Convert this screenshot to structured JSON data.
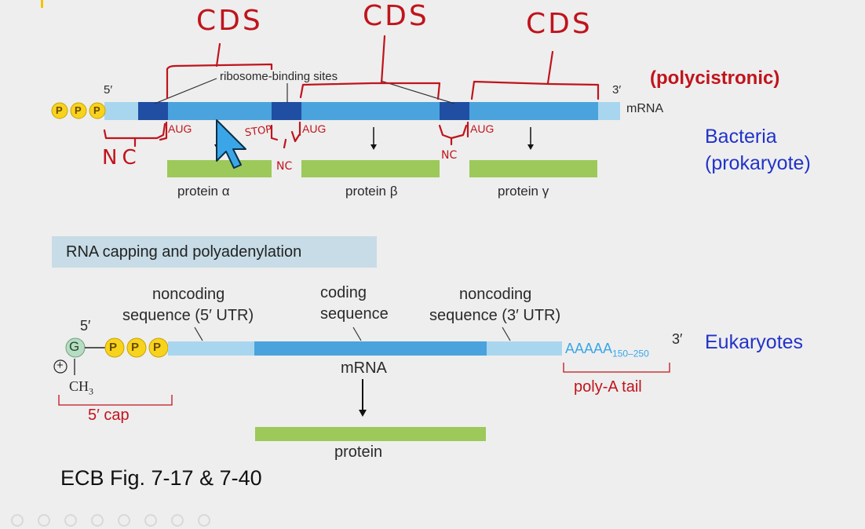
{
  "colors": {
    "ppp_yellow": "#f7d31d",
    "mrna_light": "#a9d6ef",
    "mrna_mid": "#4aa3dc",
    "rbs_dark": "#1f4ea3",
    "protein_green": "#9cc95a",
    "annotation_red": "#c0141c",
    "side_blue": "#2233c8",
    "cursor_blue": "#3aa6e8"
  },
  "bacteria": {
    "five_prime": "5′",
    "three_prime": "3′",
    "ppp": [
      "P",
      "P",
      "P"
    ],
    "ribosome_binding_label": "ribosome-binding sites",
    "mrna_label": "mRNA",
    "aug_labels": [
      "AUG",
      "AUG",
      "AUG"
    ],
    "proteins": [
      "protein α",
      "protein β",
      "protein γ"
    ],
    "side_label_1": "Bacteria",
    "side_label_2": "(prokaryote)",
    "type_label": "(polycistronic)"
  },
  "handwriting": {
    "cds": [
      "CDS",
      "CDS",
      "CDS"
    ],
    "nc_big": "NC",
    "nc_small": [
      "NC",
      "NC"
    ],
    "stop": "STOP"
  },
  "section_title": "RNA capping and polyadenylation",
  "eukaryote": {
    "five_prime": "5′",
    "three_prime": "3′",
    "g_label": "G",
    "plus_label": "+",
    "ch3_label": "CH",
    "ch3_sub": "3",
    "ppp": [
      "P",
      "P",
      "P"
    ],
    "noncoding_5_line1": "noncoding",
    "noncoding_5_line2": "sequence (5′ UTR)",
    "coding_line1": "coding",
    "coding_line2": "sequence",
    "noncoding_3_line1": "noncoding",
    "noncoding_3_line2": "sequence (3′ UTR)",
    "polya": "AAAAA",
    "polya_sub": "150–250",
    "mrna_label": "mRNA",
    "cap_label": "5′ cap",
    "tail_label": "poly-A tail",
    "protein_label": "protein",
    "side_label": "Eukaryotes"
  },
  "caption": "ECB Fig. 7-17 & 7-40"
}
